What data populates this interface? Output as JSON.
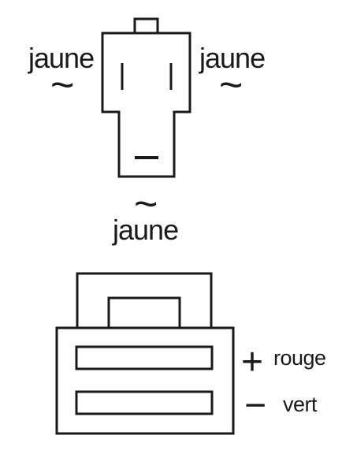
{
  "connector_top": {
    "left_label": "jaune",
    "left_symbol": "~",
    "right_label": "jaune",
    "right_symbol": "~",
    "bottom_symbol": "~",
    "bottom_label": "jaune"
  },
  "connector_bottom": {
    "upper_sign": "+",
    "upper_label": "rouge",
    "lower_sign": "−",
    "lower_label": "vert"
  },
  "colors": {
    "stroke": "#1a1a1a",
    "background": "#ffffff"
  }
}
